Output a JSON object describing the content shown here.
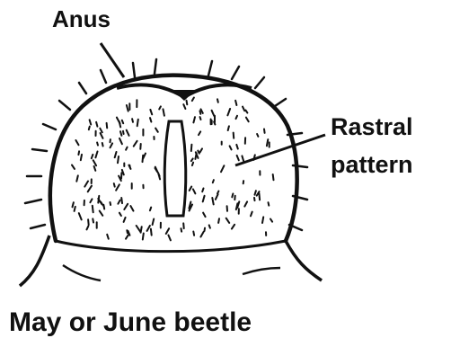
{
  "labels": {
    "anus": "Anus",
    "rastral_line1": "Rastral",
    "rastral_line2": "pattern",
    "caption": "May or June beetle"
  },
  "colors": {
    "ink": "#111111",
    "background": "#ffffff"
  }
}
